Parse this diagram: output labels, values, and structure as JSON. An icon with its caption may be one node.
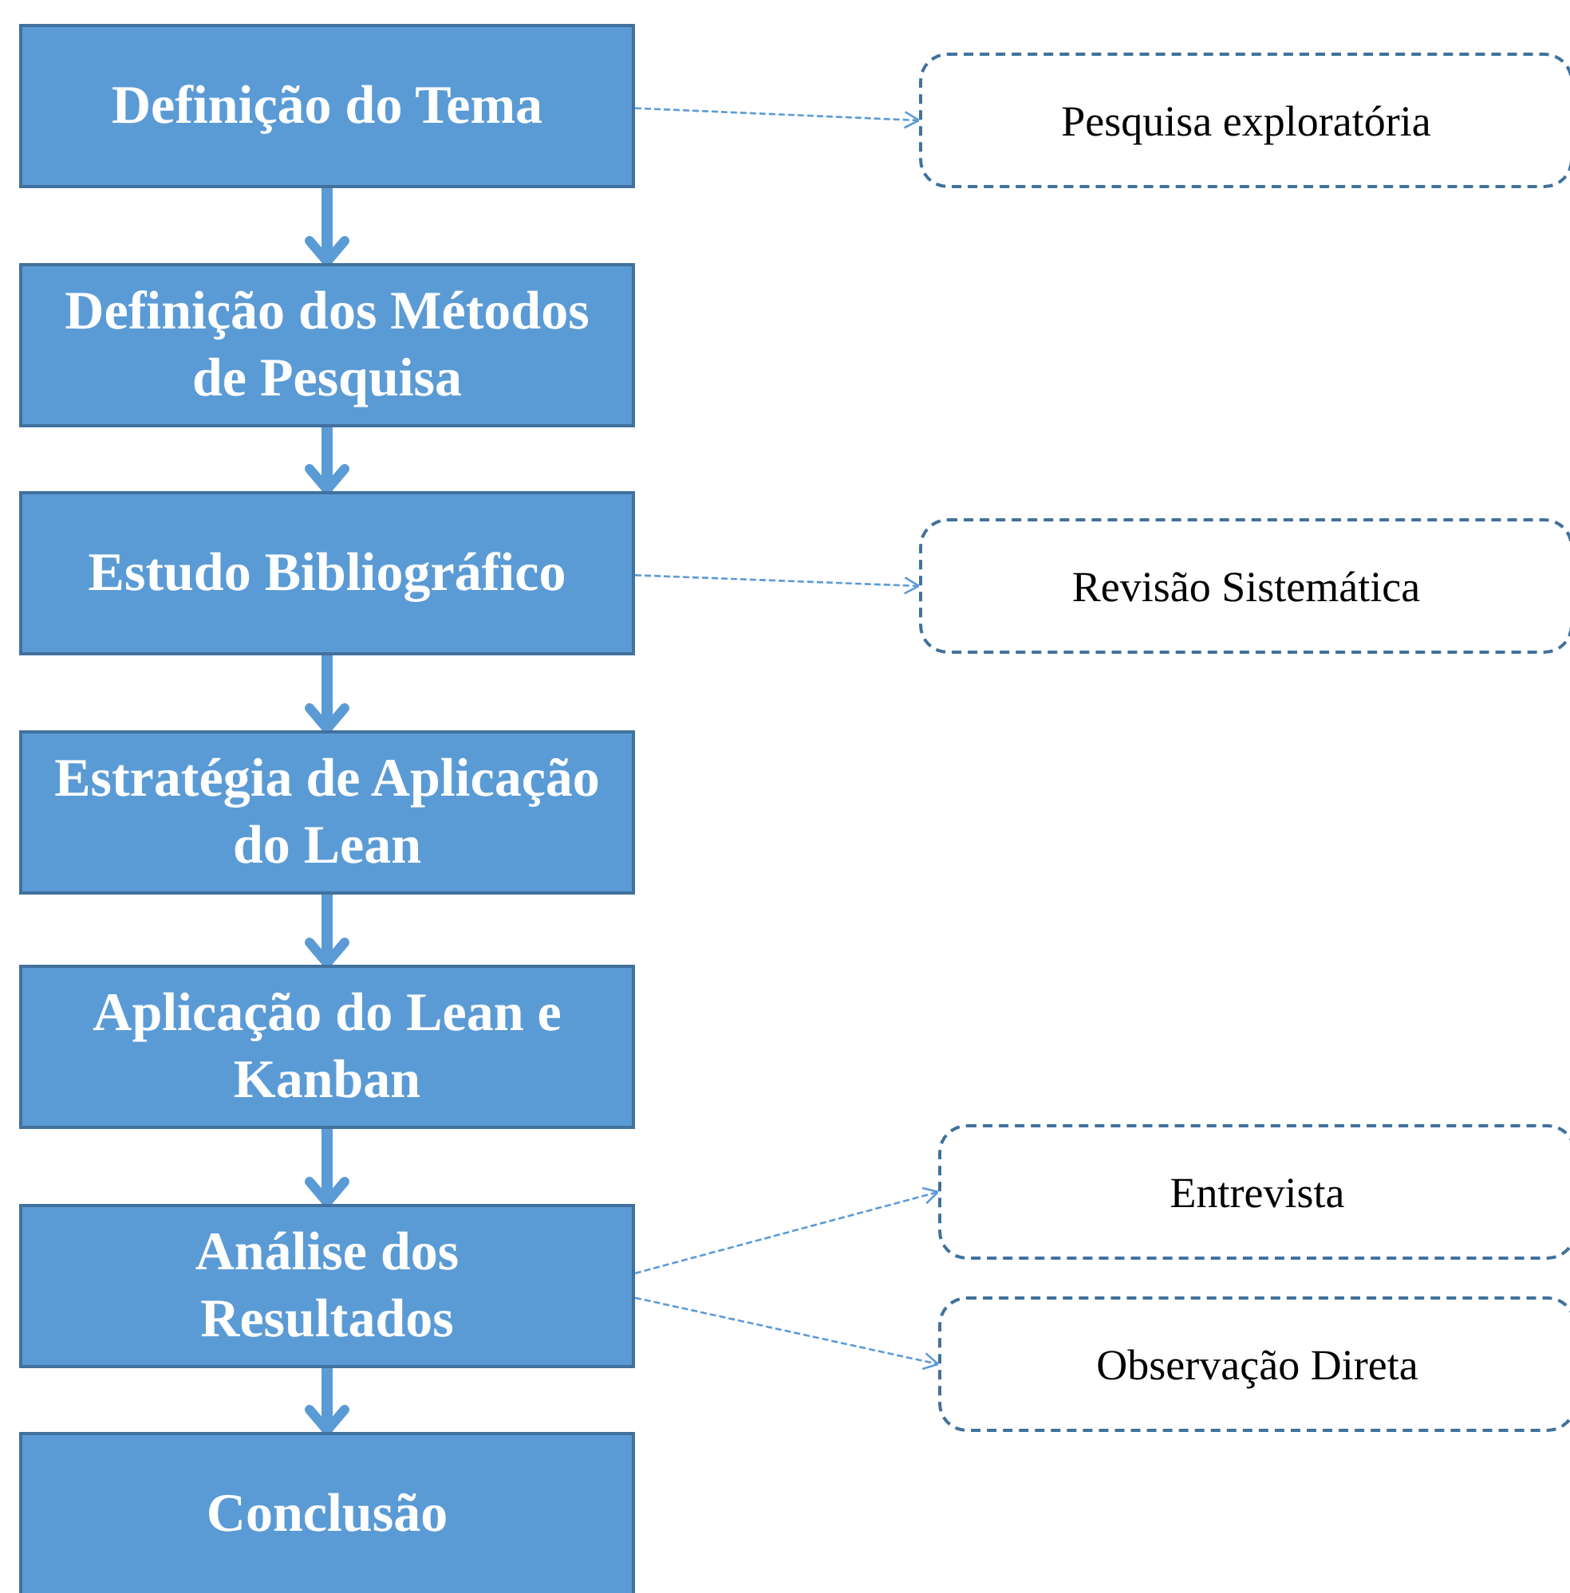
{
  "diagram": {
    "nodes": [
      {
        "text": [
          "Definição do Tema"
        ]
      },
      {
        "text": [
          "Definição dos Métodos de Pesquisa"
        ]
      },
      {
        "text": [
          "Estudo Bibliográfico"
        ]
      },
      {
        "text": [
          "Estratégia de Aplicação do Lean"
        ]
      },
      {
        "text": [
          "Aplicação do Lean e Kanban"
        ]
      },
      {
        "text": [
          "Análise dos Resultados"
        ]
      },
      {
        "text": [
          "Conclusão"
        ]
      },
      {
        "text": [
          "Pesquisa exploratória"
        ]
      },
      {
        "text": [
          "Revisão Sistemática"
        ]
      },
      {
        "text": [
          "Entrevista"
        ]
      },
      {
        "text": [
          "Observação Direta"
        ]
      }
    ],
    "edges": [
      {
        "from": 0,
        "to": 1,
        "arrow": "to"
      },
      {
        "from": 1,
        "to": 2,
        "arrow": "to"
      },
      {
        "from": 2,
        "to": 3,
        "arrow": "to"
      },
      {
        "from": 3,
        "to": 4,
        "arrow": "to"
      },
      {
        "from": 4,
        "to": 5,
        "arrow": "to"
      },
      {
        "from": 5,
        "to": 6,
        "arrow": "to"
      },
      {
        "from": 0,
        "to": 7,
        "arrow": "to",
        "style": "dashed"
      },
      {
        "from": 2,
        "to": 8,
        "arrow": "to",
        "style": "dashed"
      },
      {
        "from": 5,
        "to": 9,
        "arrow": "to",
        "style": "dashed"
      },
      {
        "from": 5,
        "to": 10,
        "arrow": "to",
        "style": "dashed"
      }
    ]
  }
}
